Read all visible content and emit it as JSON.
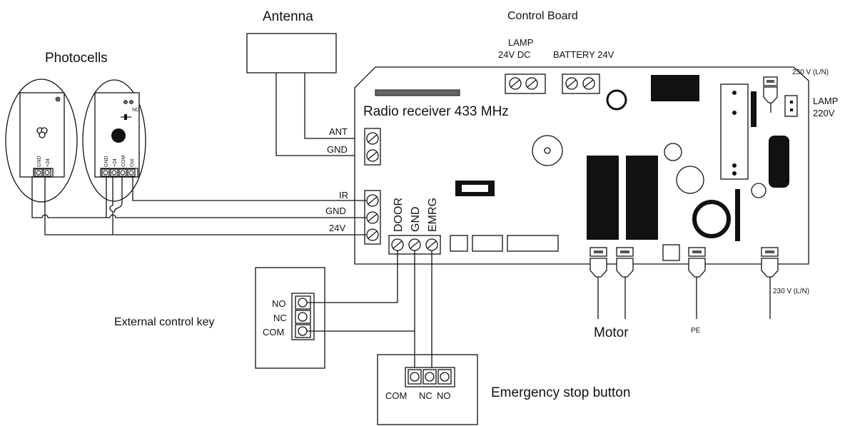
{
  "titles": {
    "antenna": "Antenna",
    "control_board": "Control Board",
    "photocells": "Photocells",
    "radio": "Radio receiver 433 MHz",
    "ext_key": "External control key",
    "emergency": "Emergency stop button",
    "motor": "Motor",
    "pe": "PE"
  },
  "top_terminals": {
    "lamp_line1": "LAMP",
    "lamp_line2": "24V DC",
    "battery": "BATTERY 24V"
  },
  "right_labels": {
    "mains_top": "230 V (L/N)",
    "mains_bottom": "230 V (L/N)",
    "lamp220_line1": "LAMP",
    "lamp220_line2": "220V"
  },
  "left_terminals": {
    "ant": "ANT",
    "gnd_ant": "GND",
    "ir": "IR",
    "gnd": "GND",
    "v24": "24V"
  },
  "bottom_terminals": {
    "door": "DOOR",
    "gnd": "GND",
    "emrg": "EMRG"
  },
  "photocell_tx": {
    "gnd": "GND",
    "p24": "+24"
  },
  "photocell_rx": {
    "gnd": "GND",
    "p24": "+24",
    "com": "COM",
    "out": "Out",
    "nc": "NC"
  },
  "ext_key_terms": {
    "no": "NO",
    "nc": "NC",
    "com": "COM"
  },
  "emergency_terms": {
    "com": "COM",
    "nc": "NC",
    "no": "NO"
  }
}
